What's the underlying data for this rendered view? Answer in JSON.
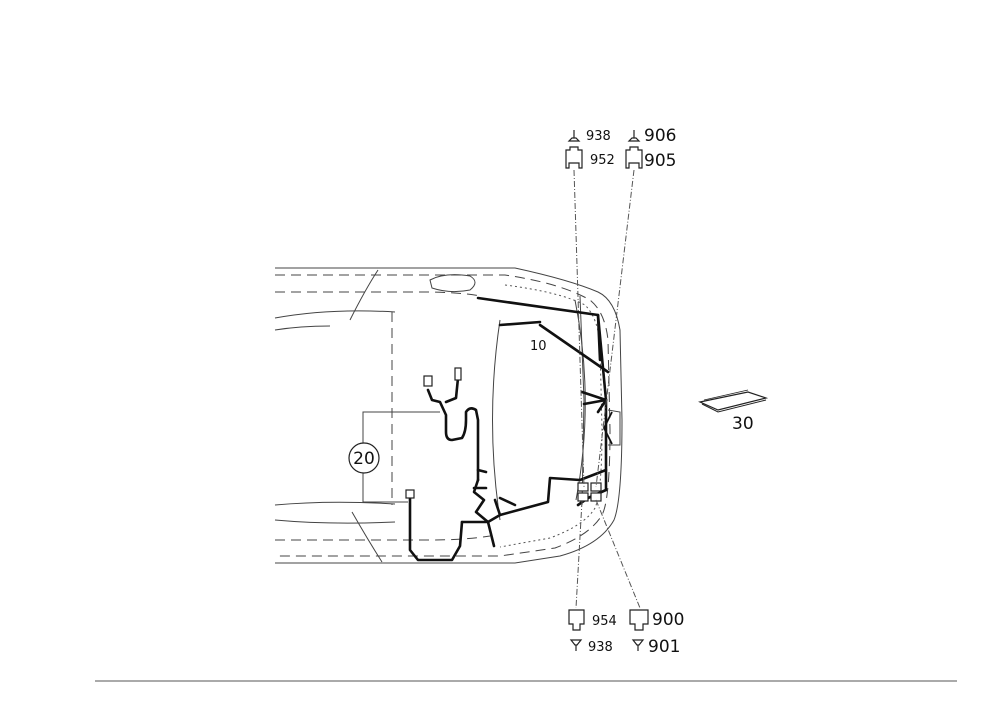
{
  "callouts": {
    "harness_main": "10",
    "harness_sub": "20",
    "manual": "30",
    "top_left_connector": "952",
    "top_left_terminal": "938",
    "top_right_connector": "905",
    "top_right_terminal": "906",
    "bottom_left_connector": "954",
    "bottom_left_terminal": "938",
    "bottom_right_connector": "900",
    "bottom_right_terminal": "901"
  },
  "icons": {
    "connector": "connector-housing-icon",
    "terminal_male": "terminal-up-icon",
    "terminal_female": "terminal-down-icon",
    "manual": "booklet-icon"
  }
}
